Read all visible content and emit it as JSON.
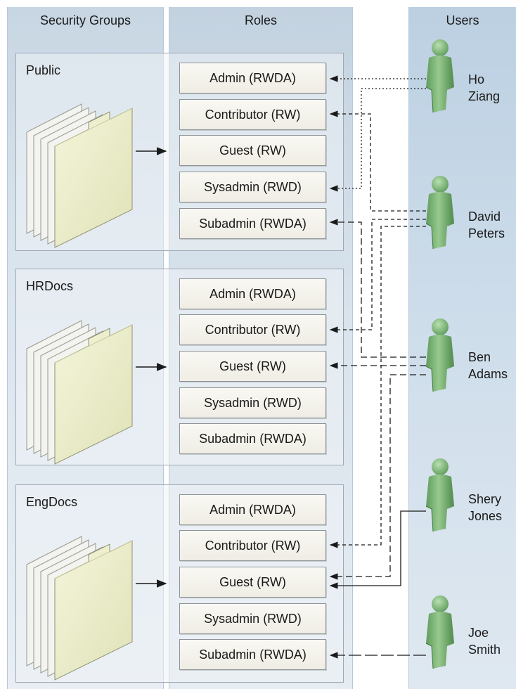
{
  "columns": {
    "security_groups": "Security Groups",
    "roles": "Roles",
    "users": "Users"
  },
  "groups": [
    {
      "name": "Public",
      "roles": [
        "Admin (RWDA)",
        "Contributor (RW)",
        "Guest (RW)",
        "Sysadmin (RWD)",
        "Subadmin (RWDA)"
      ]
    },
    {
      "name": "HRDocs",
      "roles": [
        "Admin (RWDA)",
        "Contributor (RW)",
        "Guest (RW)",
        "Sysadmin (RWD)",
        "Subadmin (RWDA)"
      ]
    },
    {
      "name": "EngDocs",
      "roles": [
        "Admin (RWDA)",
        "Contributor (RW)",
        "Guest (RW)",
        "Sysadmin (RWD)",
        "Subadmin (RWDA)"
      ]
    }
  ],
  "users": [
    {
      "first": "Ho",
      "last": "Ziang"
    },
    {
      "first": "David",
      "last": "Peters"
    },
    {
      "first": "Ben",
      "last": "Adams"
    },
    {
      "first": "Shery",
      "last": "Jones"
    },
    {
      "first": "Joe",
      "last": "Smith"
    }
  ],
  "colors": {
    "figure_green": "#7fb77a",
    "folder_fill": "#eef0cf",
    "connector": "#1a1a1a"
  },
  "icons": {
    "user": "person-icon",
    "group": "folder-stack-icon",
    "arrow": "arrow-right-icon"
  }
}
